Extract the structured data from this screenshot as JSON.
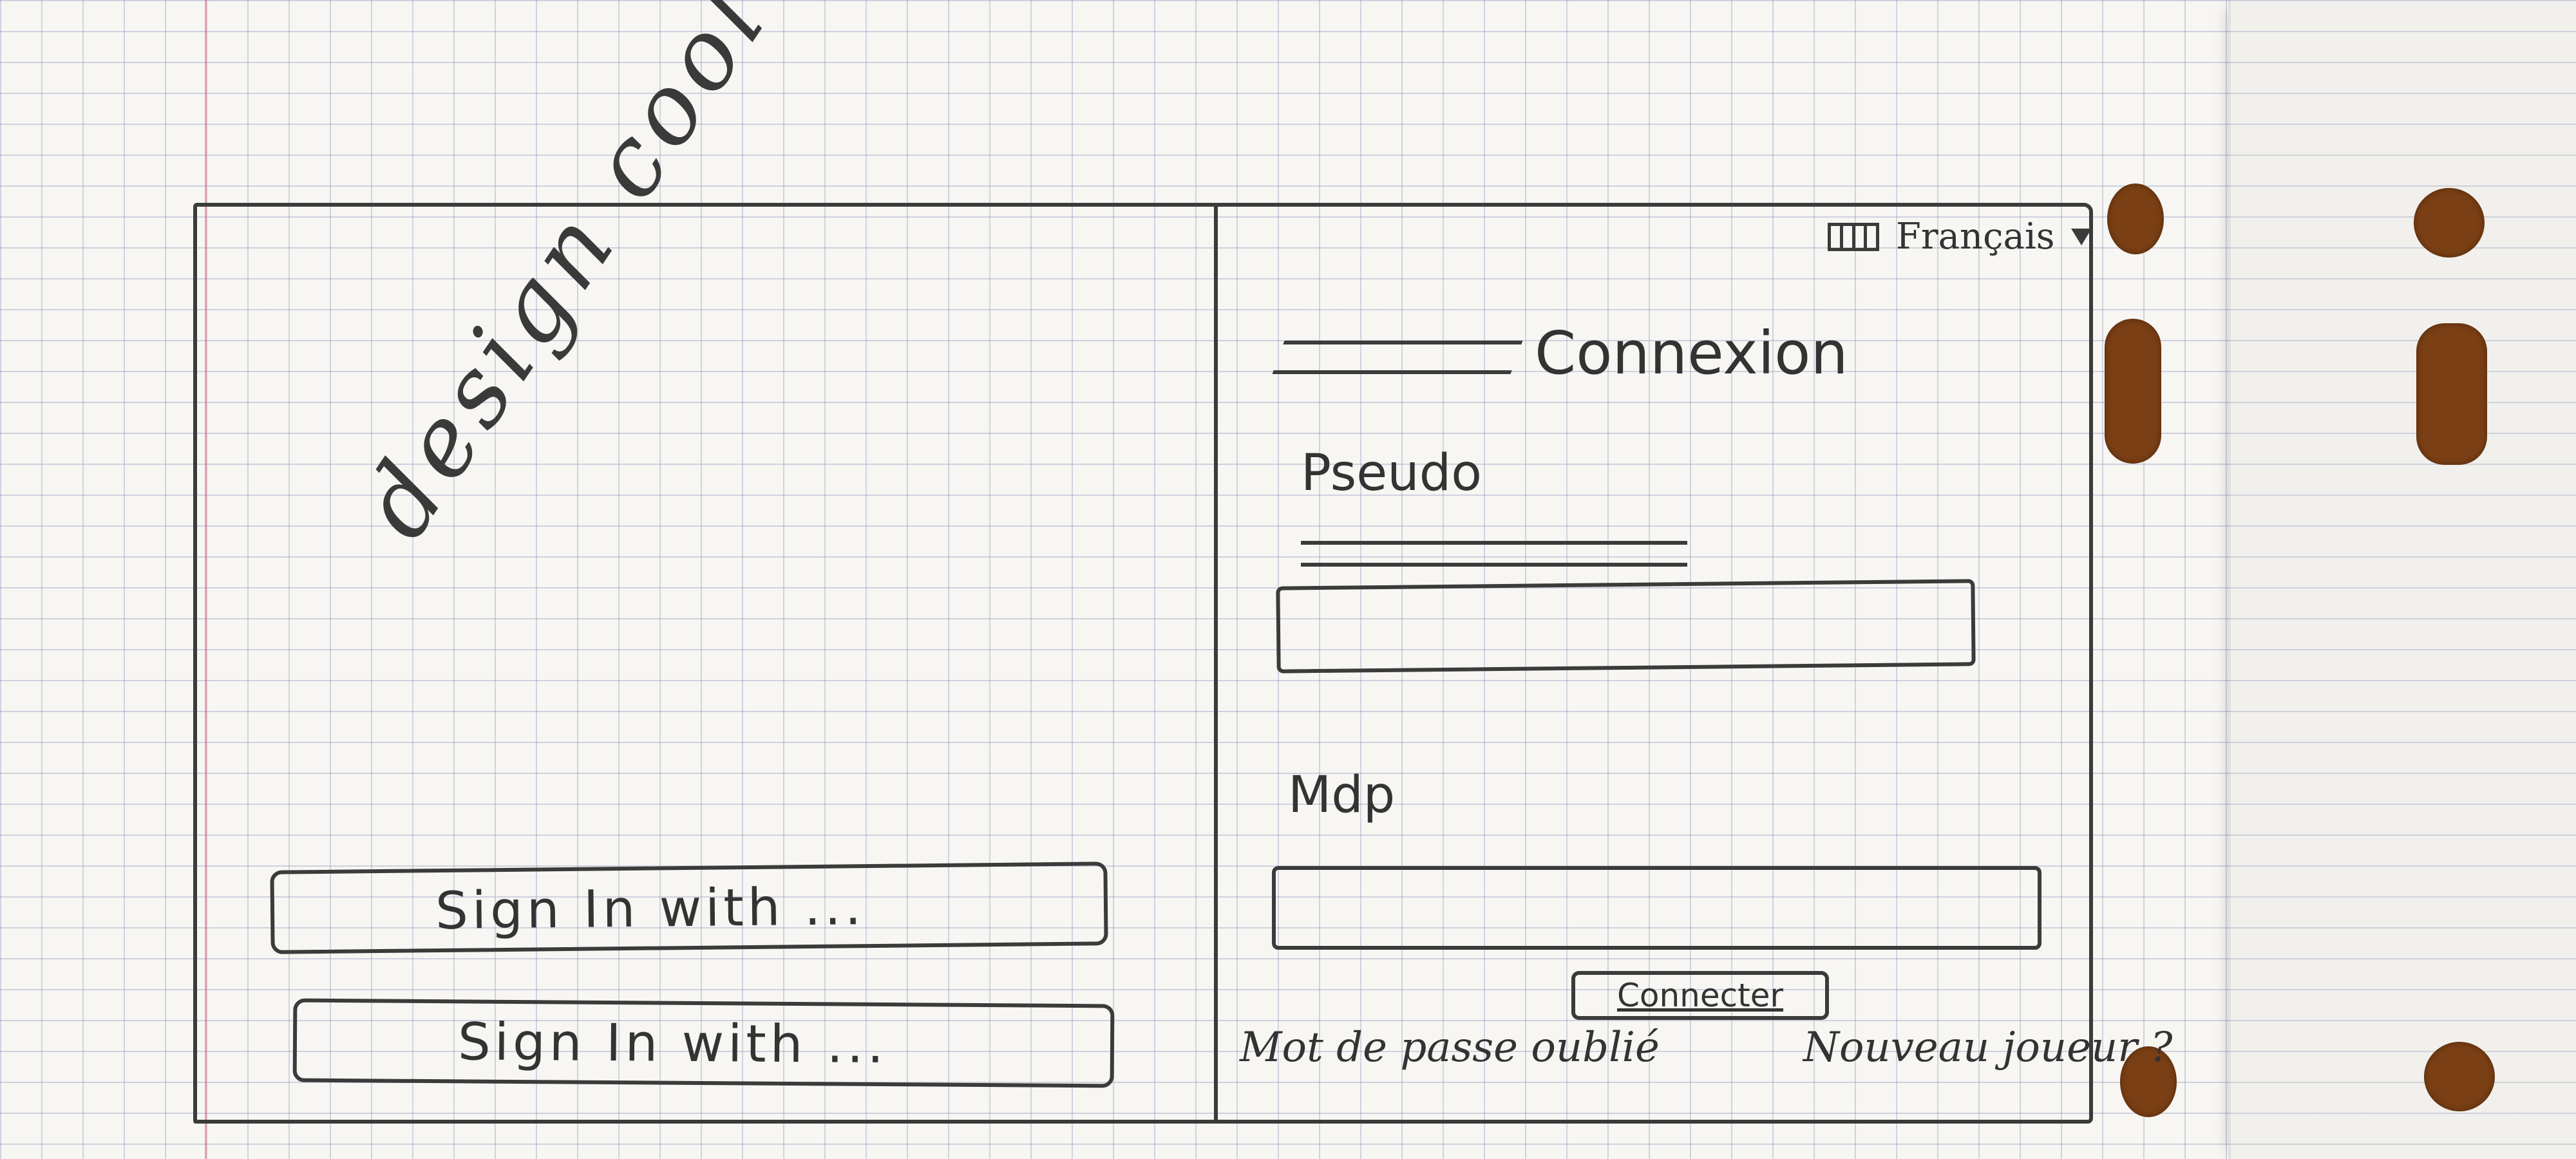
{
  "header": {
    "language": "Français"
  },
  "left_panel": {
    "design_label": "design cool",
    "sso_buttons": [
      {
        "label": "Sign In with ..."
      },
      {
        "label": "Sign In with ..."
      }
    ]
  },
  "login": {
    "title": "Connexion",
    "username_label": "Pseudo",
    "username_value": "",
    "password_label": "Mdp",
    "password_value": "",
    "submit_label": "Connecter",
    "forgot_link": "Mot de passe oublié",
    "new_player_link": "Nouveau joueur ?"
  },
  "colors": {
    "ink": "#3b3b3b",
    "paper": "#f7f6f3",
    "grid": "#7882af",
    "margin": "#e15f73",
    "hole": "#7a3f14"
  }
}
